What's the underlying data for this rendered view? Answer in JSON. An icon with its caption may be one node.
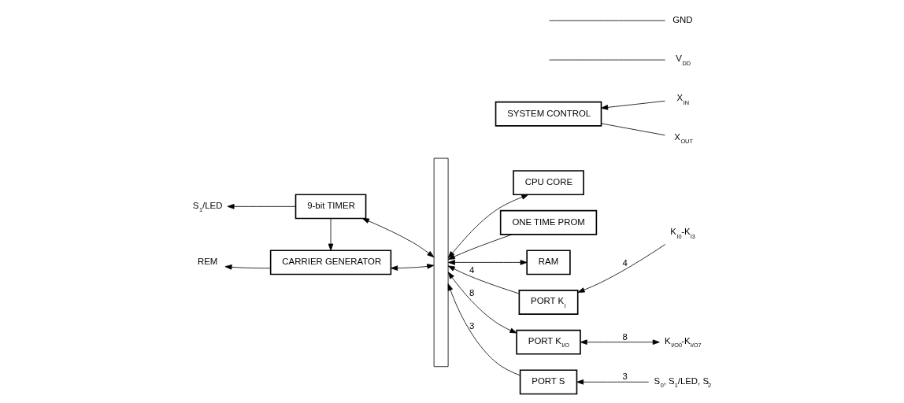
{
  "diagram": {
    "nodes": [
      {
        "text": [
          "CARRIER GENERATOR"
        ]
      },
      {
        "text": [
          "9-bit TIMER"
        ]
      },
      {
        "text": [],
        "shape": "bar"
      },
      {
        "text": [
          "CPU CORE"
        ]
      },
      {
        "text": [
          "ONE TIME PROM"
        ]
      },
      {
        "text": [
          "RAM"
        ]
      },
      {
        "text": [
          "PORT K$_{I}$"
        ]
      },
      {
        "text": [
          "PORT K$_{I/O}$"
        ]
      },
      {
        "text": [
          "PORT S"
        ]
      },
      {
        "text": [
          "SYSTEM CONTROL"
        ]
      },
      {
        "text": [
          "REM"
        ]
      },
      {
        "text": [
          "S$_{1}$/LED"
        ]
      },
      {
        "text": [
          "K$_{I0}$-K$_{I3}$"
        ]
      },
      {
        "text": [
          "K$_{I/O0}$-K$_{I/O7}$"
        ]
      },
      {
        "text": [
          "S$_{0}$, S$_{1}$/LED, S$_{2}$"
        ]
      },
      {
        "text": [
          "X$_{IN}$"
        ]
      },
      {
        "text": [
          "X$_{OUT}$"
        ]
      },
      {
        "text": [
          "V$_{DD}$"
        ]
      },
      {
        "text": [
          "GND"
        ]
      }
    ],
    "edges": [
      {
        "from": 0,
        "to": 10,
        "arrow": "to"
      },
      {
        "from": 1,
        "to": 11,
        "arrow": "to"
      },
      {
        "from": 1,
        "to": 0,
        "arrow": "to"
      },
      {
        "from": 0,
        "to": 2,
        "arrow": "both"
      },
      {
        "from": 1,
        "to": 2,
        "arrow": "both"
      },
      {
        "from": 3,
        "to": 2,
        "arrow": "both"
      },
      {
        "from": 4,
        "to": 2,
        "arrow": "to"
      },
      {
        "from": 5,
        "to": 2,
        "arrow": "both"
      },
      {
        "from": 6,
        "to": 2,
        "arrow": "to",
        "label": "4"
      },
      {
        "from": 7,
        "to": 2,
        "arrow": "both",
        "label": "8"
      },
      {
        "from": 8,
        "to": 2,
        "arrow": "to",
        "label": "3"
      },
      {
        "from": 12,
        "to": 6,
        "arrow": "to",
        "label": "4"
      },
      {
        "from": 13,
        "to": 7,
        "arrow": "both",
        "label": "8"
      },
      {
        "from": 14,
        "to": 8,
        "arrow": "to",
        "label": "3"
      },
      {
        "from": 15,
        "to": 9,
        "arrow": "to"
      },
      {
        "from": 9,
        "to": 16,
        "arrow": "none"
      },
      {
        "from": null,
        "to": 17,
        "arrow": "none"
      },
      {
        "from": null,
        "to": 18,
        "arrow": "none"
      }
    ]
  }
}
